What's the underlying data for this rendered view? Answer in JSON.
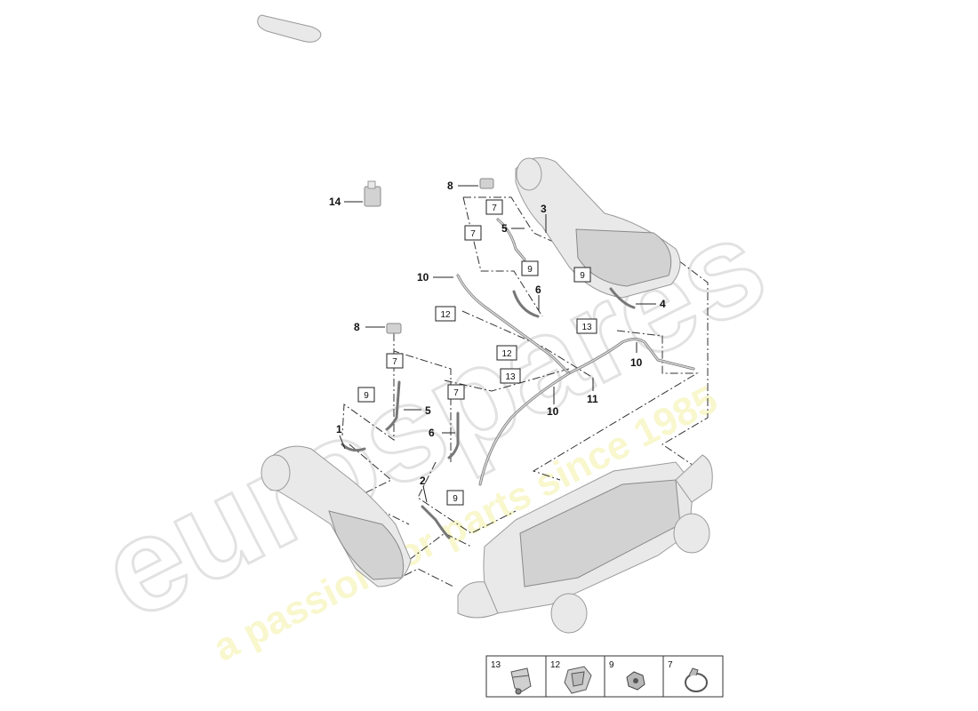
{
  "watermark": {
    "brand": "eurospares",
    "tagline": "a passion for parts since 1985"
  },
  "callouts": [
    {
      "id": "c14",
      "text": "14"
    },
    {
      "id": "c8a",
      "text": "8"
    },
    {
      "id": "c3",
      "text": "3"
    },
    {
      "id": "c5a",
      "text": "5"
    },
    {
      "id": "c10a",
      "text": "10"
    },
    {
      "id": "c6a",
      "text": "6"
    },
    {
      "id": "c4",
      "text": "4"
    },
    {
      "id": "c8b",
      "text": "8"
    },
    {
      "id": "c10b",
      "text": "10"
    },
    {
      "id": "c11",
      "text": "11"
    },
    {
      "id": "c10c",
      "text": "10"
    },
    {
      "id": "c5b",
      "text": "5"
    },
    {
      "id": "c6b",
      "text": "6"
    },
    {
      "id": "c1",
      "text": "1"
    },
    {
      "id": "c2",
      "text": "2"
    }
  ],
  "boxed_refs": [
    {
      "id": "b7a",
      "text": "7"
    },
    {
      "id": "b7b",
      "text": "7"
    },
    {
      "id": "b9a",
      "text": "9"
    },
    {
      "id": "b9b",
      "text": "9"
    },
    {
      "id": "b12a",
      "text": "12"
    },
    {
      "id": "b13a",
      "text": "13"
    },
    {
      "id": "b12b",
      "text": "12"
    },
    {
      "id": "b13b",
      "text": "13"
    },
    {
      "id": "b7c",
      "text": "7"
    },
    {
      "id": "b9c",
      "text": "9"
    },
    {
      "id": "b7d",
      "text": "7"
    },
    {
      "id": "b9d",
      "text": "9"
    }
  ],
  "legend": [
    {
      "number": "13",
      "icon": "hose-clamp-double-icon"
    },
    {
      "number": "12",
      "icon": "clip-bracket-icon"
    },
    {
      "number": "9",
      "icon": "hex-nut-icon"
    },
    {
      "number": "7",
      "icon": "hose-clamp-icon"
    }
  ]
}
